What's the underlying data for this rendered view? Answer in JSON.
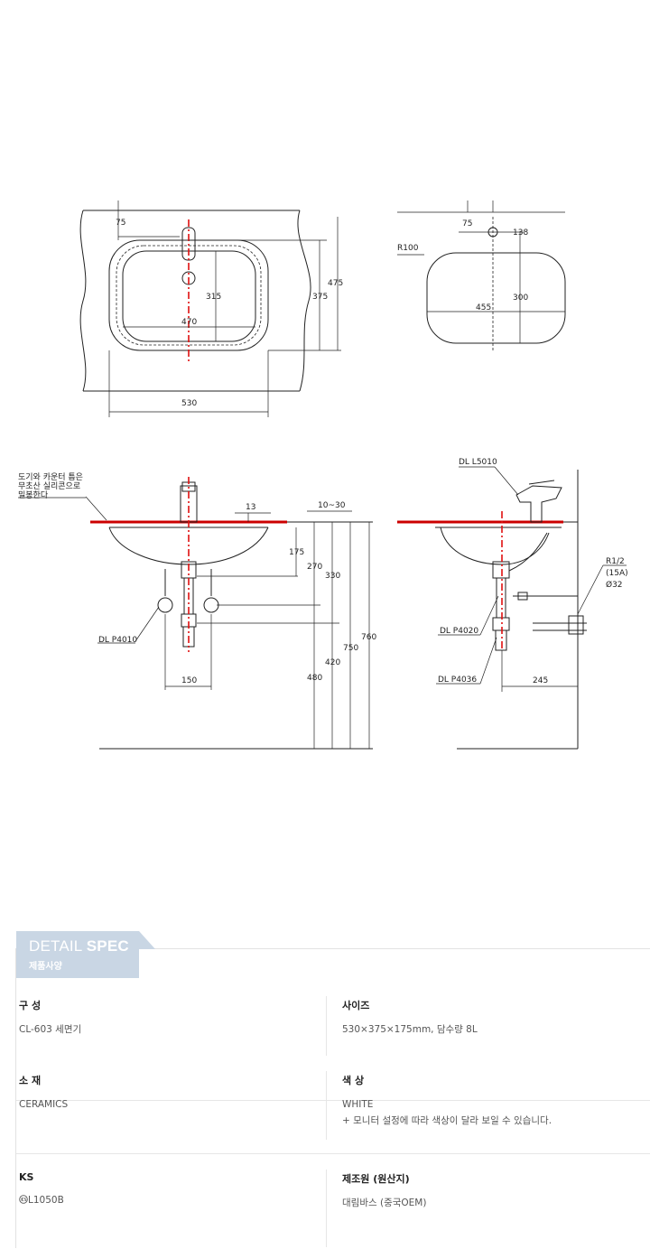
{
  "drawing": {
    "top_view": {
      "dims": {
        "d75": "75",
        "d315": "315",
        "d375": "375",
        "d475": "475",
        "d470": "470",
        "d530": "530"
      }
    },
    "bowl_view": {
      "dims": {
        "d75": "75",
        "d138": "138",
        "r100": "R100",
        "d455": "455",
        "d300": "300"
      }
    },
    "front_view": {
      "note": [
        "도기와 카운터 틈은",
        "무초산 실리콘으로",
        "밀봉한다"
      ],
      "dims": {
        "d13": "13",
        "d10_30": "10~30",
        "d175": "175",
        "d270": "270",
        "d330": "330",
        "d750": "750",
        "d760": "760",
        "d420": "420",
        "d480": "480",
        "d150": "150"
      },
      "parts": {
        "p4010": "DL P4010"
      }
    },
    "side_view": {
      "dims": {
        "r12": "R1/2",
        "a15": "(15A)",
        "phi32": "Ø32",
        "d245": "245"
      },
      "parts": {
        "l5010": "DL L5010",
        "p4020": "DL P4020",
        "p4036": "DL P4036"
      }
    }
  },
  "spec": {
    "title_light": "DETAIL ",
    "title_bold": "SPEC",
    "subtitle": "제품사양",
    "rows": [
      [
        {
          "label": "구 성",
          "lines": [
            "CL-603 세면기"
          ]
        },
        {
          "label": "사이즈",
          "lines": [
            "530×375×175mm, 담수량 8L"
          ]
        }
      ],
      [
        {
          "label": "소 재",
          "lines": [
            "CERAMICS"
          ]
        },
        {
          "label": "색 상",
          "lines": [
            "WHITE",
            "+ 모니터 설정에 따라 색상이 달라 보일 수 있습니다."
          ]
        }
      ],
      [
        {
          "label": "KS",
          "lines": [
            "L1050B"
          ],
          "ks_mark": "KS-mark-icon"
        },
        {
          "label": "제조원 (원산지)",
          "lines": [
            "대림바스 (중국OEM)"
          ]
        }
      ]
    ]
  }
}
